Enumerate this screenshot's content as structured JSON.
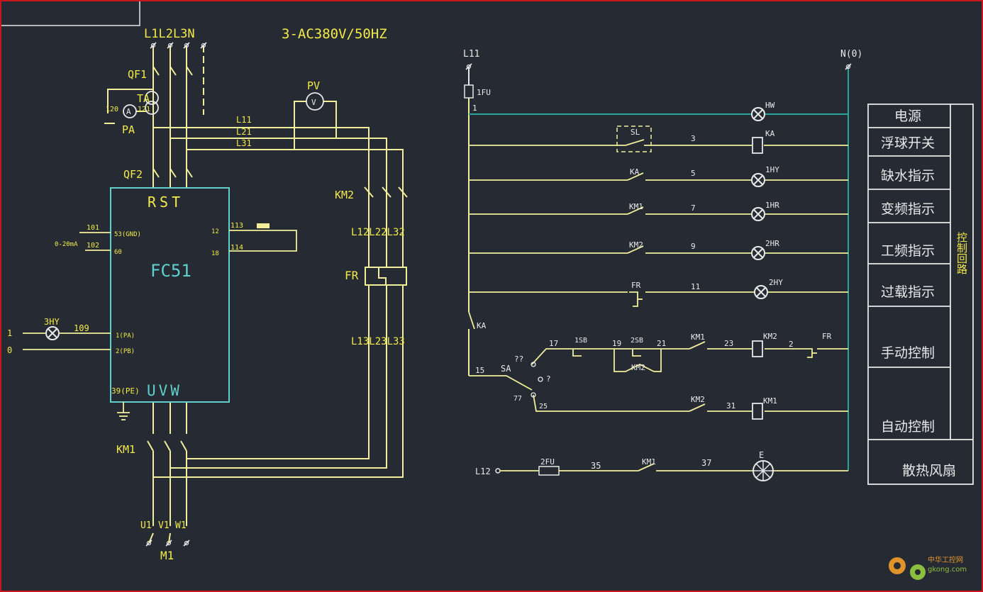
{
  "title": "3-AC380V/50HZ",
  "colors": {
    "bg": "#262b33",
    "wire": "#f2ef9a",
    "label": "#f3ea4a",
    "box": "#5fd0cc",
    "white": "#e8e8e8",
    "green": "#2aa59a",
    "border": "#c8161d"
  },
  "power": {
    "bus_label": "L1L2L3N",
    "qf1": "QF1",
    "ta": "TA",
    "pa": "PA",
    "ta_left": "120",
    "ta_right": "121",
    "l11": "L11",
    "l21": "L21",
    "l31": "L31",
    "pv": "PV",
    "pv_symbol": "V",
    "ammeter_symbol": "A",
    "qf2": "QF2",
    "km2": "KM2",
    "km2_wires": "L12L22L32",
    "fr": "FR",
    "fr_wires": "L13L23L33",
    "km1": "KM1",
    "motor_terms": [
      "U1",
      "V1",
      "W1"
    ],
    "motor": "M1"
  },
  "inverter": {
    "name": "FC51",
    "top_terms": "RST",
    "bottom_terms": "UVW",
    "pe": "39(PE)",
    "t53": "53(GND)",
    "t60": "60",
    "t12": "12",
    "t18": "18",
    "t1": "1(PA)",
    "t2": "2(PB)",
    "w101": "101",
    "w102": "102",
    "sig": "0-20mA",
    "w113": "113",
    "w114": "114",
    "hy3": "3HY",
    "w109": "109",
    "in1": "1",
    "in0": "0"
  },
  "control": {
    "l11": "L11",
    "n": "N(0)",
    "fu1": "1FU",
    "w1": "1",
    "hw": "HW",
    "sl": "SL",
    "ka": "KA",
    "w3": "3",
    "ka2": "KA",
    "w5": "5",
    "hy1": "1HY",
    "km1": "KM1",
    "w7": "7",
    "hr1": "1HR",
    "km2": "KM2",
    "w9": "9",
    "hr2": "2HR",
    "fr": "FR",
    "w11": "11",
    "hy2": "2HY",
    "ka3": "KA",
    "w15": "15",
    "sa": "SA",
    "q1": "??",
    "q2": "?",
    "w17": "17",
    "sb1": "1SB",
    "w19": "19",
    "sb2": "2SB",
    "w21": "21",
    "km1b": "KM1",
    "w23": "23",
    "km2coil": "KM2",
    "w2": "2",
    "fr2": "FR",
    "km2b": "KM2",
    "w77": "77",
    "w25": "25",
    "km2c": "KM2",
    "w31": "31",
    "km1coil": "KM1",
    "l12": "L12",
    "fu2": "2FU",
    "w35": "35",
    "km1d": "KM1",
    "w37": "37",
    "e": "E"
  },
  "legend": [
    "电源",
    "浮球开关",
    "缺水指示",
    "变频指示",
    "工频指示",
    "过载指示",
    "手动控制",
    "自动控制",
    "散热风扇"
  ],
  "legend_side": "控制回路",
  "watermark": {
    "cn": "中华工控网",
    "url": "gkong.com"
  }
}
